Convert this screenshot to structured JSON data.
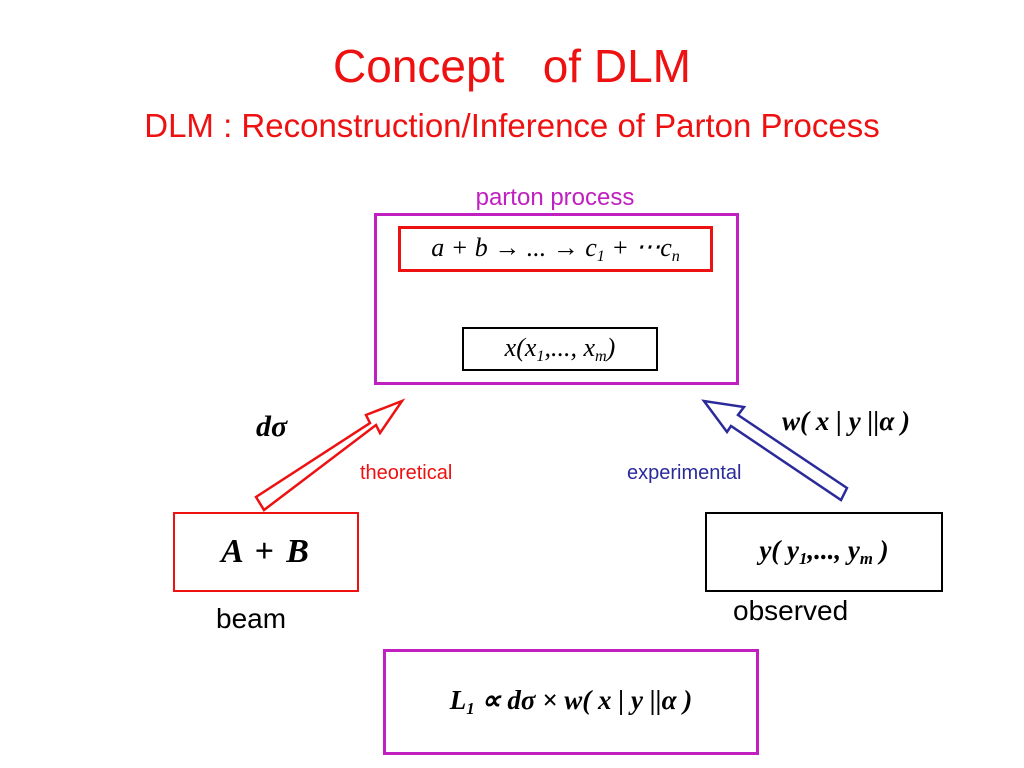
{
  "title": "Concept   of DLM",
  "subtitle": "DLM : Reconstruction/Inference of Parton Process",
  "parton_box": {
    "label": "parton process",
    "reaction": {
      "a": "a",
      "plus1": " + ",
      "b": "b",
      "arrow1": " → ",
      "dots": "...",
      "arrow2": " → ",
      "c1": "c",
      "c1_sub": "1",
      "plus2": " + ⋅⋅⋅",
      "cn": "c",
      "cn_sub": "n"
    },
    "xvar": {
      "x": "x",
      "open": "(",
      "x1": "x",
      "x1_sub": "1",
      "mid": ",..., ",
      "xm": "x",
      "xm_sub": "m",
      "close": ")"
    }
  },
  "dsigma": "dσ",
  "weight": "w( x | y ||α )",
  "theoretical": "theoretical",
  "experimental": "experimental",
  "beam_box": {
    "formula": "A + B",
    "label": "beam"
  },
  "observed_box": {
    "y": "y( y",
    "sub1": "1",
    "mid": ",..., y",
    "subm": "m",
    "close": " )",
    "label": "observed"
  },
  "likelihood": {
    "L": "L",
    "sub": "1",
    "rest": " ∝ dσ × w( x | y ||α )"
  },
  "colors": {
    "red": "#ee1111",
    "purple": "#c020c0",
    "blue": "#2a2a9a",
    "black": "#000000"
  }
}
